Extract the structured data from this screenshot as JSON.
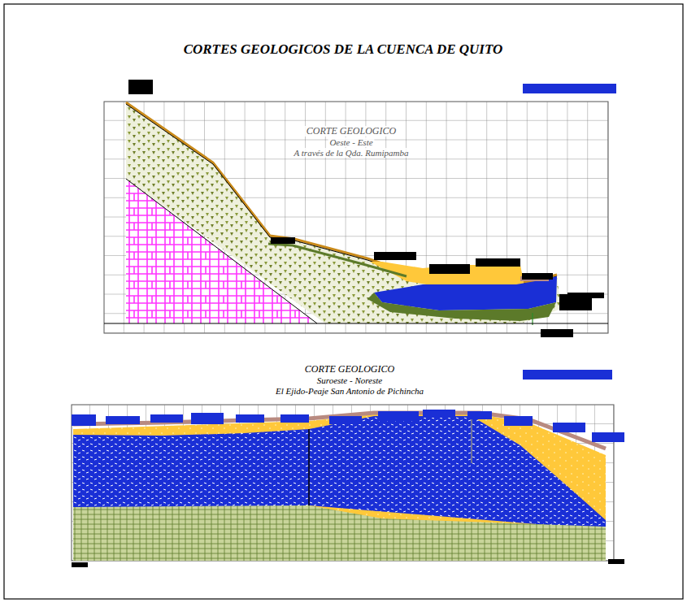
{
  "diagram": {
    "title": "CORTES GEOLOGICOS DE LA CUENCA DE QUITO",
    "labels": [
      "CORTE GEOLOGICO",
      "Oeste - Este",
      "A través de la Qda. Rumipamba",
      "CORTE GEOLOGICO",
      "Suroeste - Noreste",
      "El Ejido-Peaje San Antonio de Pichincha"
    ]
  }
}
